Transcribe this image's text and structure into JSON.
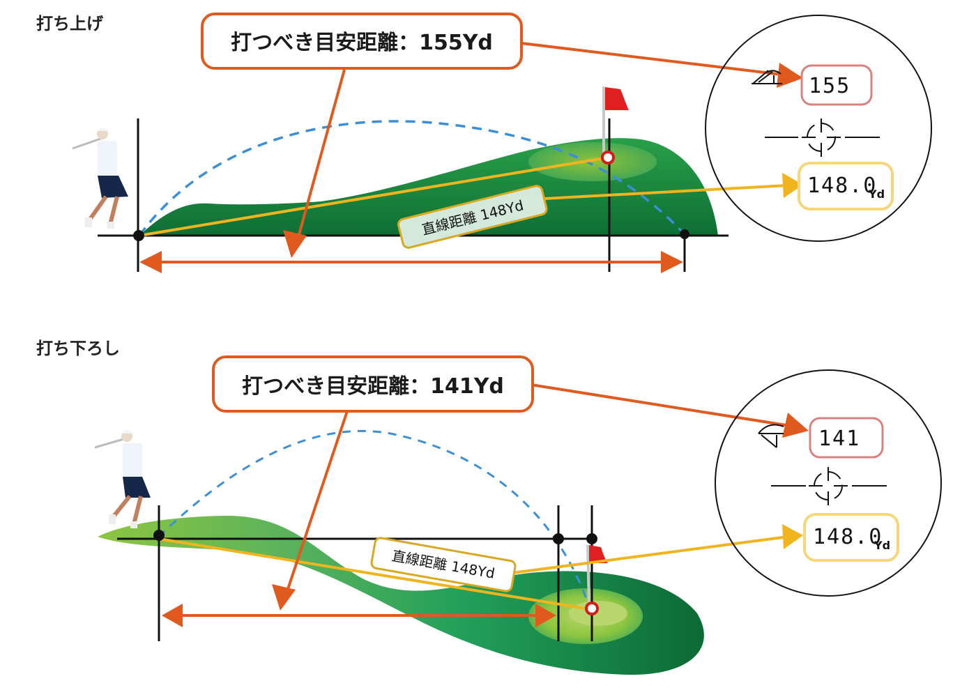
{
  "colors": {
    "orange": "#e05a1e",
    "yellow": "#f0b41e",
    "blue_dash": "#3b8fd6",
    "green_dark": "#0e6e34",
    "green_mid": "#2aa04a",
    "green_light": "#8cc63f",
    "flag_red": "#e02020",
    "pink_box": "#d98080",
    "yellow_box": "#f5d67a"
  },
  "uphill": {
    "title": "打ち上げ",
    "callout": "打つべき目安距離：155Yd",
    "straight_label": "直線距離 148Yd",
    "rangefinder": {
      "slope_icon": "uphill-slope-icon",
      "adjusted_value": "155",
      "line_value": "148.0",
      "unit": "Yd"
    }
  },
  "downhill": {
    "title": "打ち下ろし",
    "callout": "打つべき目安距離：141Yd",
    "straight_label": "直線距離 148Yd",
    "rangefinder": {
      "slope_icon": "downhill-slope-icon",
      "adjusted_value": "141",
      "line_value": "148.0",
      "unit": "Yd"
    }
  }
}
